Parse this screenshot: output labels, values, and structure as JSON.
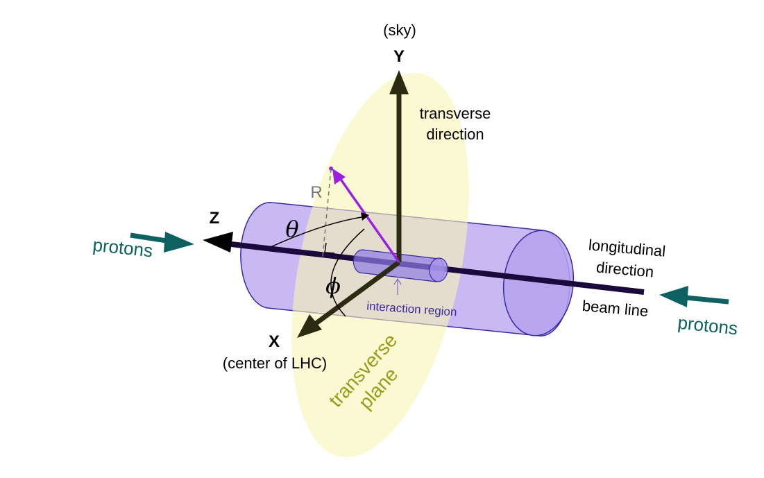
{
  "labels": {
    "sky": "(sky)",
    "y_axis": "Y",
    "transverse_direction_line1": "transverse",
    "transverse_direction_line2": "direction",
    "z_axis": "Z",
    "x_axis": "X",
    "center_of_lhc": "(center of LHC)",
    "longitudinal_line1": "longitudinal",
    "longitudinal_line2": "direction",
    "beam_line": "beam line",
    "protons_left": "protons",
    "protons_right": "protons",
    "interaction_region": "interaction region",
    "transverse_plane_line1": "transverse",
    "transverse_plane_line2": "plane",
    "r_symbol": "R",
    "theta_symbol": "θ",
    "phi_symbol": "ϕ"
  },
  "colors": {
    "axis": "#2b2b12",
    "beam": "#1a0a3c",
    "cylinder_fill": "#b5a2f0",
    "cylinder_stroke": "#3b2aa0",
    "plane_fill": "#f7f5b2",
    "plane_text": "#9a9a1c",
    "vector": "#9b1fe0",
    "proton_arrow": "#0d6161",
    "interaction_text": "#3b2aa0"
  }
}
